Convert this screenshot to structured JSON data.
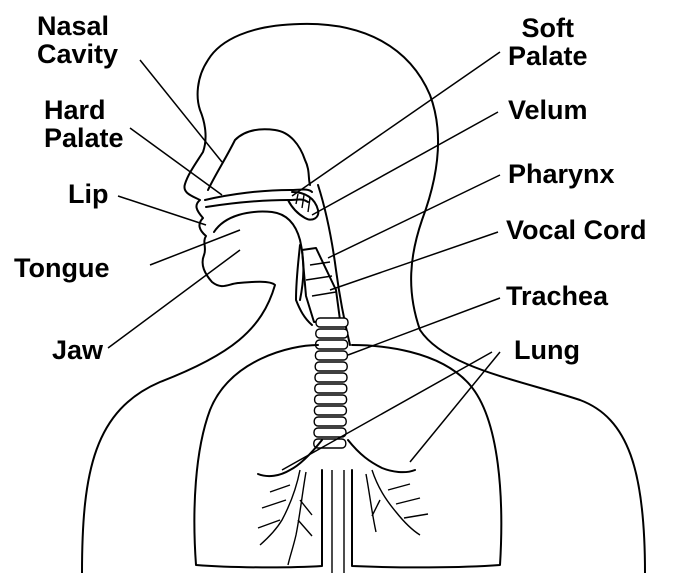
{
  "labels": {
    "nasal_cavity": [
      "Nasal",
      "Cavity"
    ],
    "hard_palate": [
      "Hard",
      "Palate"
    ],
    "lip": "Lip",
    "tongue": "Tongue",
    "jaw": "Jaw",
    "soft_palate": [
      "Soft",
      "Palate"
    ],
    "velum": "Velum",
    "pharynx": "Pharynx",
    "vocal_cord": "Vocal Cord",
    "trachea": "Trachea",
    "lung": "Lung"
  },
  "colors": {
    "line": "#000000",
    "background": "#ffffff"
  }
}
